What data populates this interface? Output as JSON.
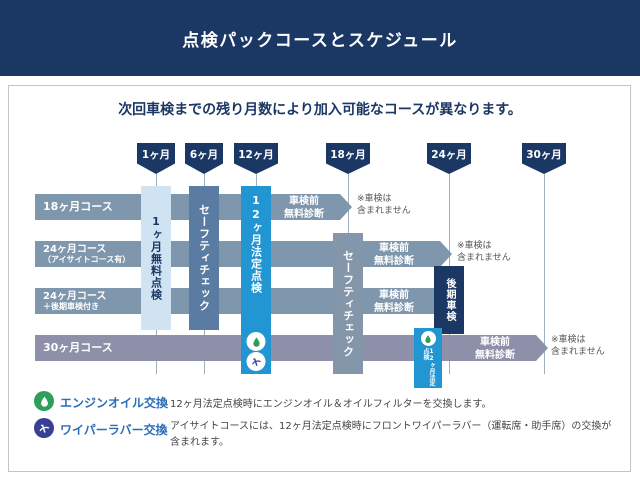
{
  "colors": {
    "header_bg": "#1b3764",
    "accent_navy": "#1b3764",
    "bar_blue_gray": "#7e97ad",
    "bar_purple_gray": "#8d90a8",
    "col_light_blue": "#cfe3f2",
    "col_safety_1": "#5b7ca2",
    "col_safety_2": "#8496aa",
    "col_legal_blue": "#2196d3",
    "legend_green": "#2e9e5b",
    "legend_indigo": "#3a3f96",
    "legend_label_blue": "#2a6db8"
  },
  "header": {
    "title": "点検パックコースとスケジュール"
  },
  "intro": "次回車検までの残り月数により加入可能なコースが異なります。",
  "timeline_months": [
    "1ヶ月",
    "6ヶ月",
    "12ヶ月",
    "18ヶ月",
    "24ヶ月",
    "30ヶ月"
  ],
  "courses": [
    {
      "label": "18ヶ月コース",
      "diagnosis": "車検前\n無料診断",
      "note": "※車検は\n含まれません"
    },
    {
      "label": "24ヶ月コース",
      "sublabel": "（アイサイトコース有）",
      "diagnosis": "車検前\n無料診断",
      "note": "※車検は\n含まれません"
    },
    {
      "label": "24ヶ月コース",
      "sublabel": "＋後期車検付き",
      "diagnosis": "車検前\n無料診断"
    },
    {
      "label": "30ヶ月コース",
      "diagnosis": "車検前\n無料診断",
      "note": "※車検は\n含まれません"
    }
  ],
  "events": {
    "one_month_free": "1ヶ月無料点検",
    "safety_check_1": "セーフティチェック",
    "legal_12_month": "12ヶ月法定点検",
    "safety_check_2": "セーフティチェック",
    "late_inspection": "後期車検",
    "legal_12_month_b": "12ヶ月法定点検"
  },
  "legend": [
    {
      "icon": "engine-oil",
      "label": "エンジンオイル交換",
      "desc": "12ヶ月法定点検時にエンジンオイル＆オイルフィルターを交換します。"
    },
    {
      "icon": "wiper",
      "label": "ワイパーラバー交換",
      "desc": "アイサイトコースには、12ヶ月法定点検時にフロントワイパーラバー（運転席・助手席）の交換が\n含まれます。"
    }
  ]
}
